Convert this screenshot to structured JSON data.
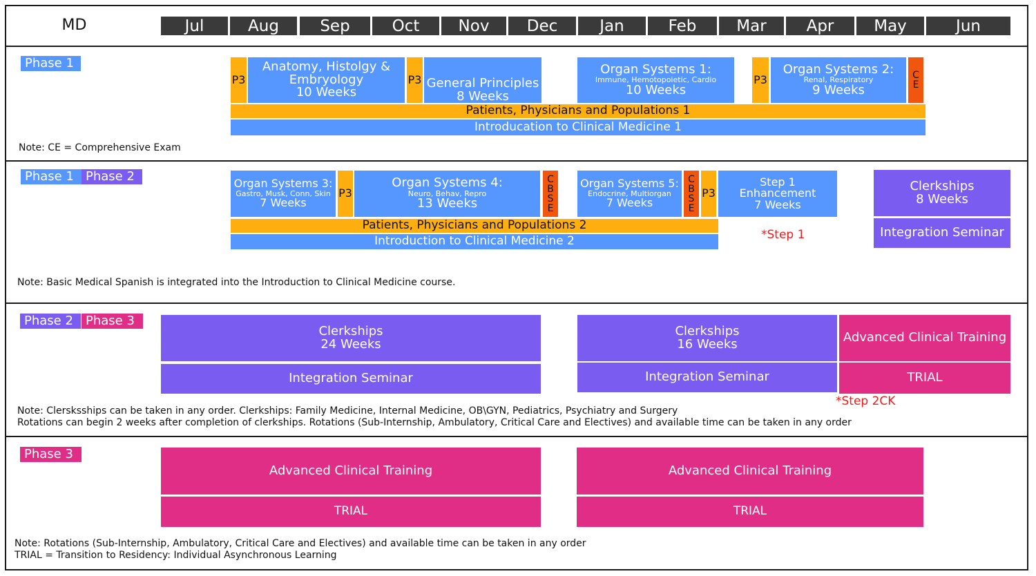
{
  "header": {
    "program": "MD",
    "months": [
      "Jul",
      "Aug",
      "Sep",
      "Oct",
      "Nov",
      "Dec",
      "Jan",
      "Feb",
      "Mar",
      "Apr",
      "May",
      "Jun"
    ]
  },
  "colors": {
    "phase1": "#5596ff",
    "phase2": "#7a5cf0",
    "phase3": "#e02e86",
    "p3": "#ffae10",
    "exam": "#f0560e",
    "month_bar": "#3a3a3a",
    "step_note": "#f01a1a"
  },
  "section1": {
    "tags": [
      "Phase 1"
    ],
    "p3": "P3",
    "ce_letters": [
      "C",
      "E"
    ],
    "anatomy": {
      "title1": "Anatomy, Histolgy &",
      "title2": "Embryology",
      "weeks": "10 Weeks"
    },
    "general": {
      "title": "General Principles",
      "weeks": "8 Weeks"
    },
    "os1": {
      "title": "Organ Systems 1:",
      "sub": "Immune, Hemotopoietic, Cardio",
      "weeks": "10 Weeks"
    },
    "os2": {
      "title": "Organ Systems 2:",
      "sub": "Renal, Respiratory",
      "weeks": "9 Weeks"
    },
    "ppp": "Patients, Physicians and Populations 1",
    "icm": "Introducation to Clinical Medicine 1",
    "note": "Note: CE = Comprehensive Exam"
  },
  "section2": {
    "tags": [
      "Phase 1",
      "Phase 2"
    ],
    "p3": "P3",
    "cbse_letters": [
      "C",
      "B",
      "S",
      "E"
    ],
    "os3": {
      "title": "Organ Systems 3:",
      "sub": "Gastro, Musk, Conn, Skin",
      "weeks": "7 Weeks"
    },
    "os4": {
      "title": "Organ Systems 4:",
      "sub": "Neuro, Behav, Repro",
      "weeks": "13 Weeks"
    },
    "os5": {
      "title": "Organ Systems 5:",
      "sub": "Endocrine, Multiorgan",
      "weeks": "7 Weeks"
    },
    "step1": {
      "title1": "Step 1",
      "title2": "Enhancement",
      "weeks": "7 Weeks"
    },
    "clerkships": {
      "title": "Clerkships",
      "weeks": "8 Weeks"
    },
    "integration": "Integration Seminar",
    "ppp": "Patients, Physicians and Populations 2",
    "icm": "Introduction to Clinical Medicine 2",
    "step_note": "*Step 1",
    "note": "Note: Basic Medical Spanish is integrated into the Introduction to Clinical Medicine course."
  },
  "section3": {
    "tags": [
      "Phase 2",
      "Phase 3"
    ],
    "clerk24": {
      "title": "Clerkships",
      "weeks": "24 Weeks"
    },
    "clerk16": {
      "title": "Clerkships",
      "weeks": "16 Weeks"
    },
    "integration": "Integration Seminar",
    "act": "Advanced Clinical Training",
    "trial": "TRIAL",
    "step_note": "*Step 2CK",
    "note1": "Note: Clersksships can be taken in any order. Clerkships: Family Medicine, Internal Medicine, OB\\GYN, Pediatrics, Psychiatry and Surgery",
    "note2": "Rotations can begin 2 weeks after completion of clerkships. Rotations (Sub-Internship, Ambulatory, Critical Care and Electives) and available time can be taken in any order"
  },
  "section4": {
    "tags": [
      "Phase 3"
    ],
    "act": "Advanced Clinical Training",
    "trial": "TRIAL",
    "note1": "Note: Rotations (Sub-Internship, Ambulatory, Critical Care and Electives) and available time can be taken in any order",
    "note2": "TRIAL = Transition to Residency: Individual Asynchronous Learning"
  }
}
